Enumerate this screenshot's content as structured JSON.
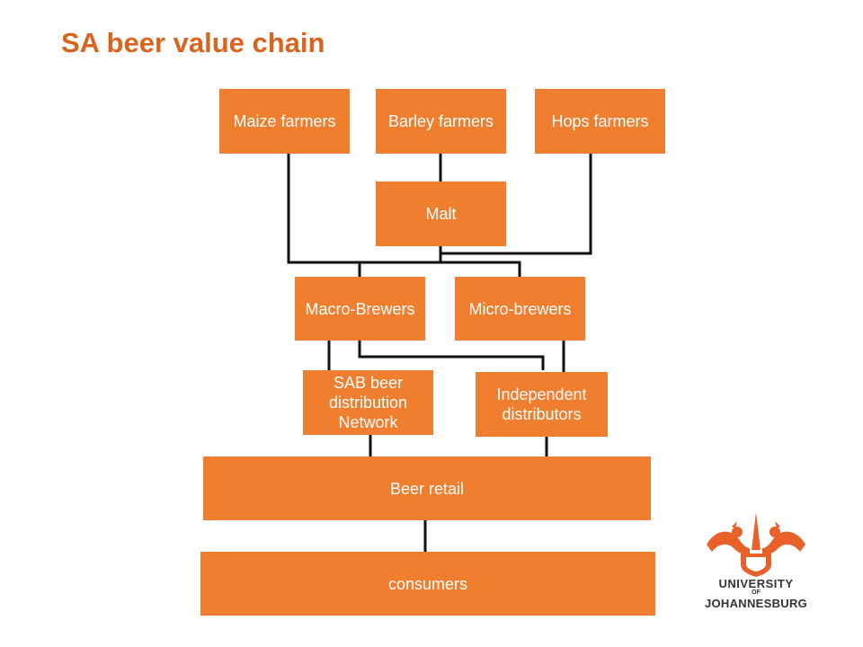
{
  "slide": {
    "title": "SA beer value chain"
  },
  "diagram": {
    "nodes": {
      "maize": "Maize farmers",
      "barley": "Barley farmers",
      "hops": "Hops farmers",
      "malt": "Malt",
      "macro": "Macro-Brewers",
      "micro": "Micro-brewers",
      "sab": "SAB beer distribution Network",
      "independent": "Independent distributors",
      "retail": "Beer retail",
      "consumers": "consumers"
    },
    "box_color": "#ef7f2f",
    "line_color": "#111111"
  },
  "logo": {
    "line1": "UNIVERSITY",
    "line2": "OF",
    "line3": "JOHANNESBURG",
    "color": "#e8612a"
  }
}
